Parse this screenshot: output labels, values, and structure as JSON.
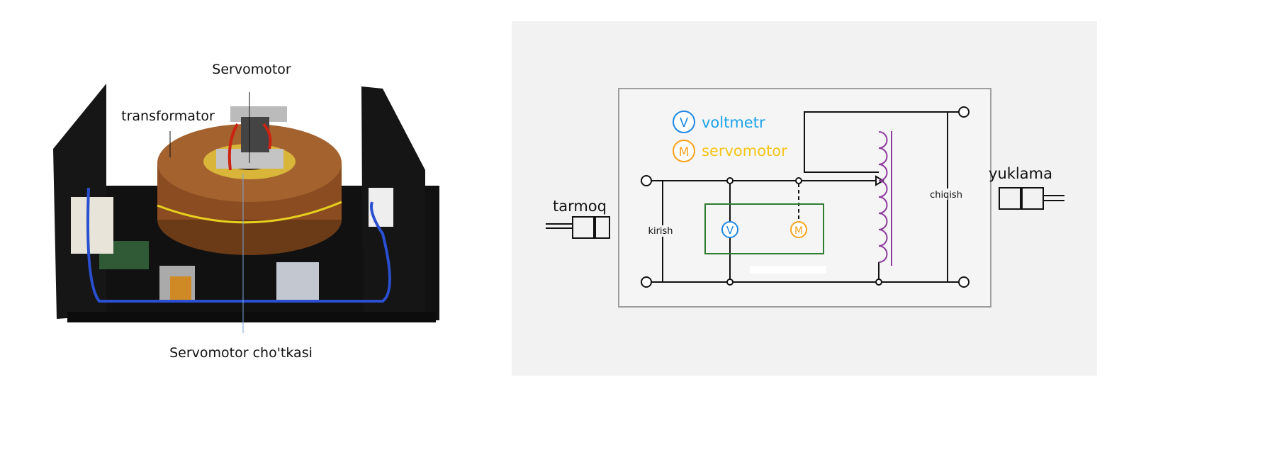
{
  "photo": {
    "labels": {
      "servomotor": "Servomotor",
      "transformator": "transformator",
      "brush": "Servomotor cho'tkasi"
    }
  },
  "diagram": {
    "legend": [
      {
        "symbol": "V",
        "label": "voltmetr",
        "color": "#1e88e5"
      },
      {
        "symbol": "M",
        "label": "servomotor",
        "color": "#f7a21b"
      }
    ],
    "input_label": "tarmoq",
    "output_label": "yuklama",
    "kirish": "kirish",
    "chiqish": "chiqish",
    "meter_v": "V",
    "meter_m": "M",
    "colors": {
      "control_box": "#2e7d32",
      "coil": "#8e3b9e",
      "label_voltmetr": "#1ca3ec",
      "label_servomotor": "#f5c518"
    }
  }
}
